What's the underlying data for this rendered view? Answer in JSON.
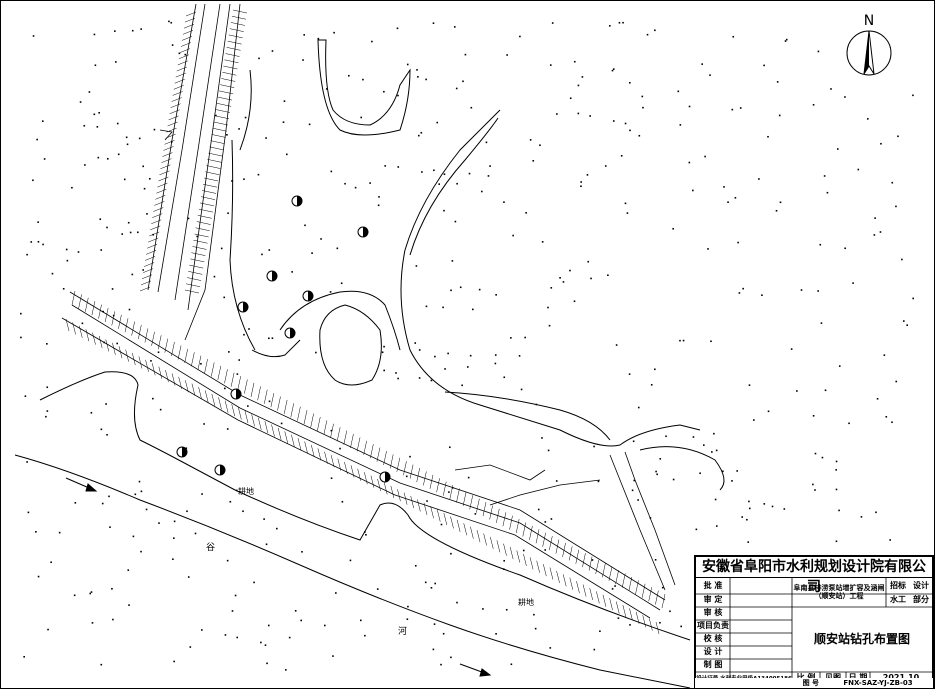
{
  "north_arrow": {
    "label": "N"
  },
  "river_labels": {
    "char1": "谷",
    "char2": "河"
  },
  "land_labels": {
    "field1": "耕地",
    "field2": "耕地"
  },
  "title_block": {
    "company": "安徽省阜阳市水利规划设计院有限公司",
    "roles": [
      "批  准",
      "审  定",
      "审  核",
      "项目负责",
      "校  核",
      "设  计",
      "制  图"
    ],
    "project_name": "阜南县排涝泵站增扩容及涵闸（顺安站）工程",
    "stage_label": "招标",
    "stage_value": "设计",
    "discipline_label": "水工",
    "discipline_value": "部分",
    "drawing_title": "顺安站钻孔布置图",
    "scale_label": "比  例",
    "scale_value": "见图",
    "date_label": "日  期",
    "date_value": "2021.10",
    "license": "设计证号 水利专业甲级A134005186",
    "drawing_no_label": "图  号",
    "drawing_no_value": "FNX-SAZ-YJ-ZB-03"
  },
  "colors": {
    "ink": "#000000",
    "paper": "#ffffff"
  }
}
